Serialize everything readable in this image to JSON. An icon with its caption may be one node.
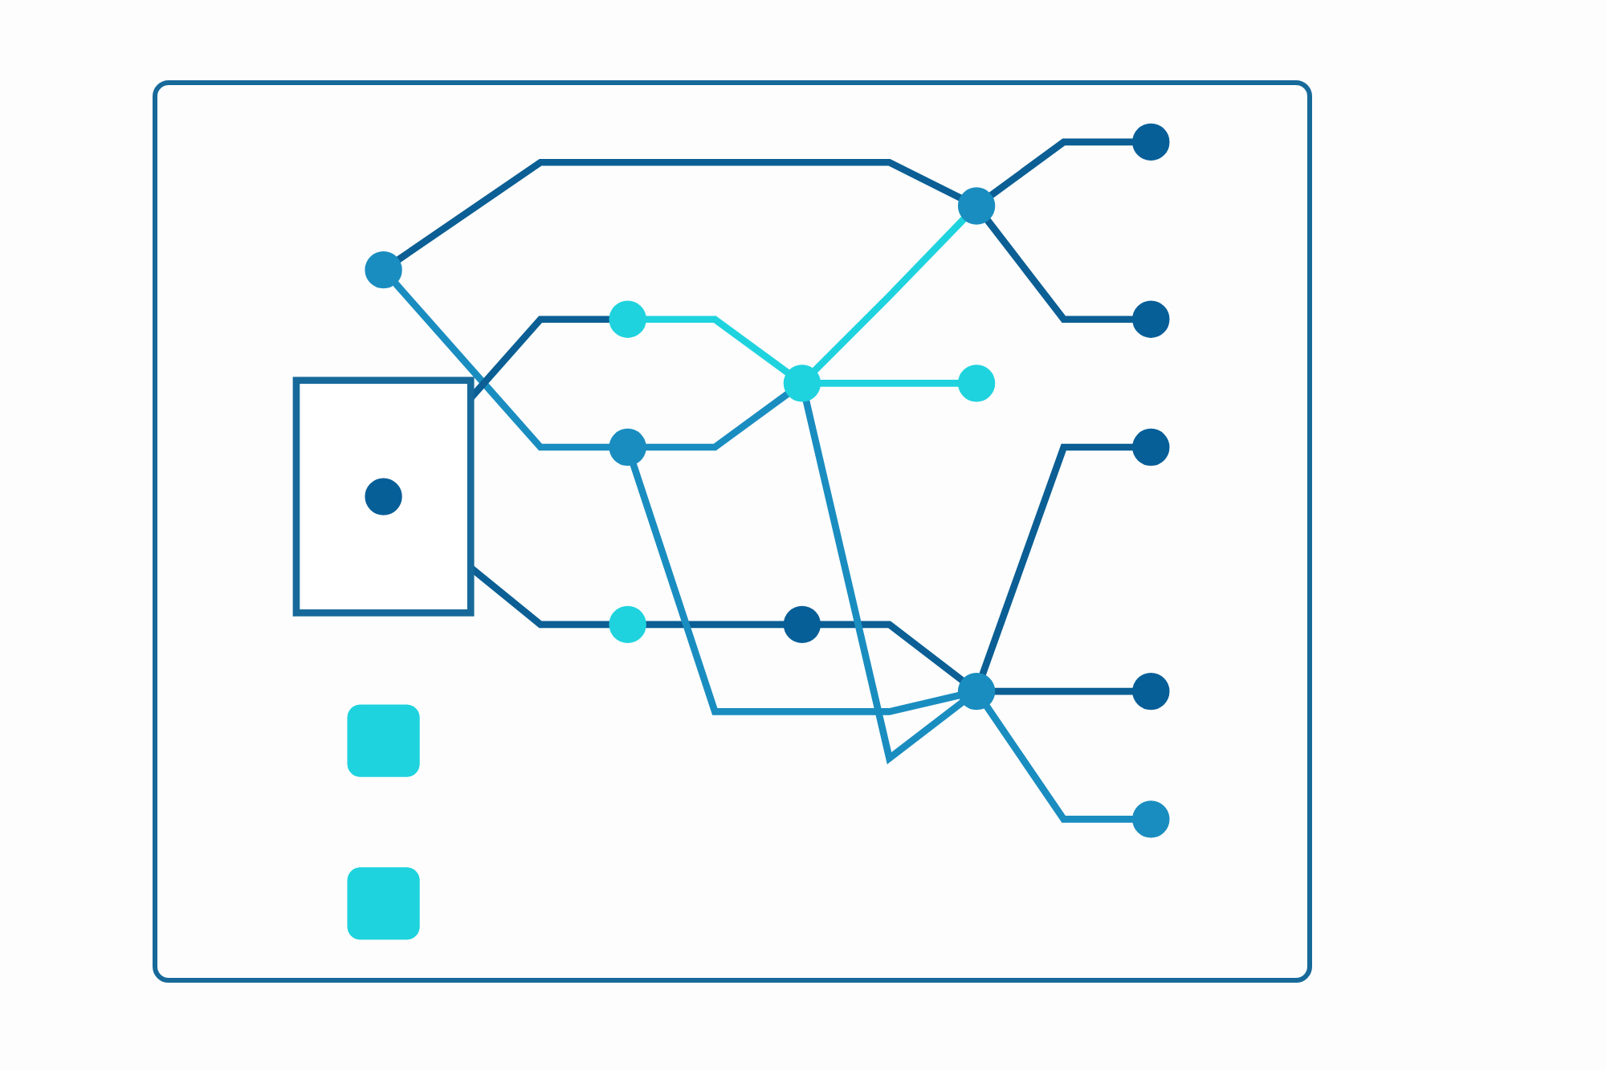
{
  "diagram": {
    "nodes": [
      {
        "text": [],
        "shape": "box"
      },
      {
        "text": [],
        "shape": "circle",
        "in": 0
      },
      {
        "text": [],
        "shape": "circle"
      },
      {
        "text": [],
        "shape": "circle"
      },
      {
        "text": [],
        "shape": "circle"
      },
      {
        "text": [],
        "shape": "circle"
      },
      {
        "text": [],
        "shape": "circle"
      },
      {
        "text": [],
        "shape": "circle"
      },
      {
        "text": [],
        "shape": "circle"
      },
      {
        "text": [],
        "shape": "circle"
      },
      {
        "text": [],
        "shape": "circle"
      },
      {
        "text": [],
        "shape": "circle"
      },
      {
        "text": [],
        "shape": "circle"
      },
      {
        "text": [],
        "shape": "circle"
      },
      {
        "text": [],
        "shape": "circle"
      },
      {
        "text": [],
        "shape": "circle"
      },
      {
        "text": [],
        "shape": "bar"
      },
      {
        "text": [],
        "shape": "bar"
      }
    ],
    "edges": [
      {
        "from": 0,
        "to": 2,
        "arrow": "none"
      },
      {
        "from": 0,
        "to": 9,
        "arrow": "none"
      },
      {
        "from": 9,
        "to": 11,
        "arrow": "none"
      },
      {
        "from": 11,
        "to": 12,
        "arrow": "none"
      },
      {
        "from": 2,
        "to": 7,
        "arrow": "none",
        "color": "#1fd3de"
      },
      {
        "from": 3,
        "to": 6,
        "arrow": "none",
        "color": "#1a8dc0"
      },
      {
        "from": 3,
        "to": 5,
        "arrow": "none"
      },
      {
        "from": 5,
        "to": 4,
        "arrow": "none"
      },
      {
        "from": 5,
        "to": 8,
        "arrow": "none"
      },
      {
        "from": 7,
        "to": 5,
        "arrow": "none",
        "color": "#1fd3de"
      },
      {
        "from": 6,
        "to": 7,
        "arrow": "none",
        "color": "#1a8dc0"
      },
      {
        "from": 6,
        "to": 12,
        "arrow": "none",
        "color": "#1a8dc0"
      },
      {
        "from": 7,
        "to": 12,
        "arrow": "none",
        "color": "#1a8dc0"
      },
      {
        "from": 7,
        "to": 10,
        "arrow": "none",
        "color": "#1fd3de"
      },
      {
        "from": 12,
        "to": 13,
        "arrow": "none"
      },
      {
        "from": 12,
        "to": 15,
        "arrow": "none"
      },
      {
        "from": 12,
        "to": 14,
        "arrow": "none",
        "color": "#1a8dc0"
      }
    ]
  }
}
